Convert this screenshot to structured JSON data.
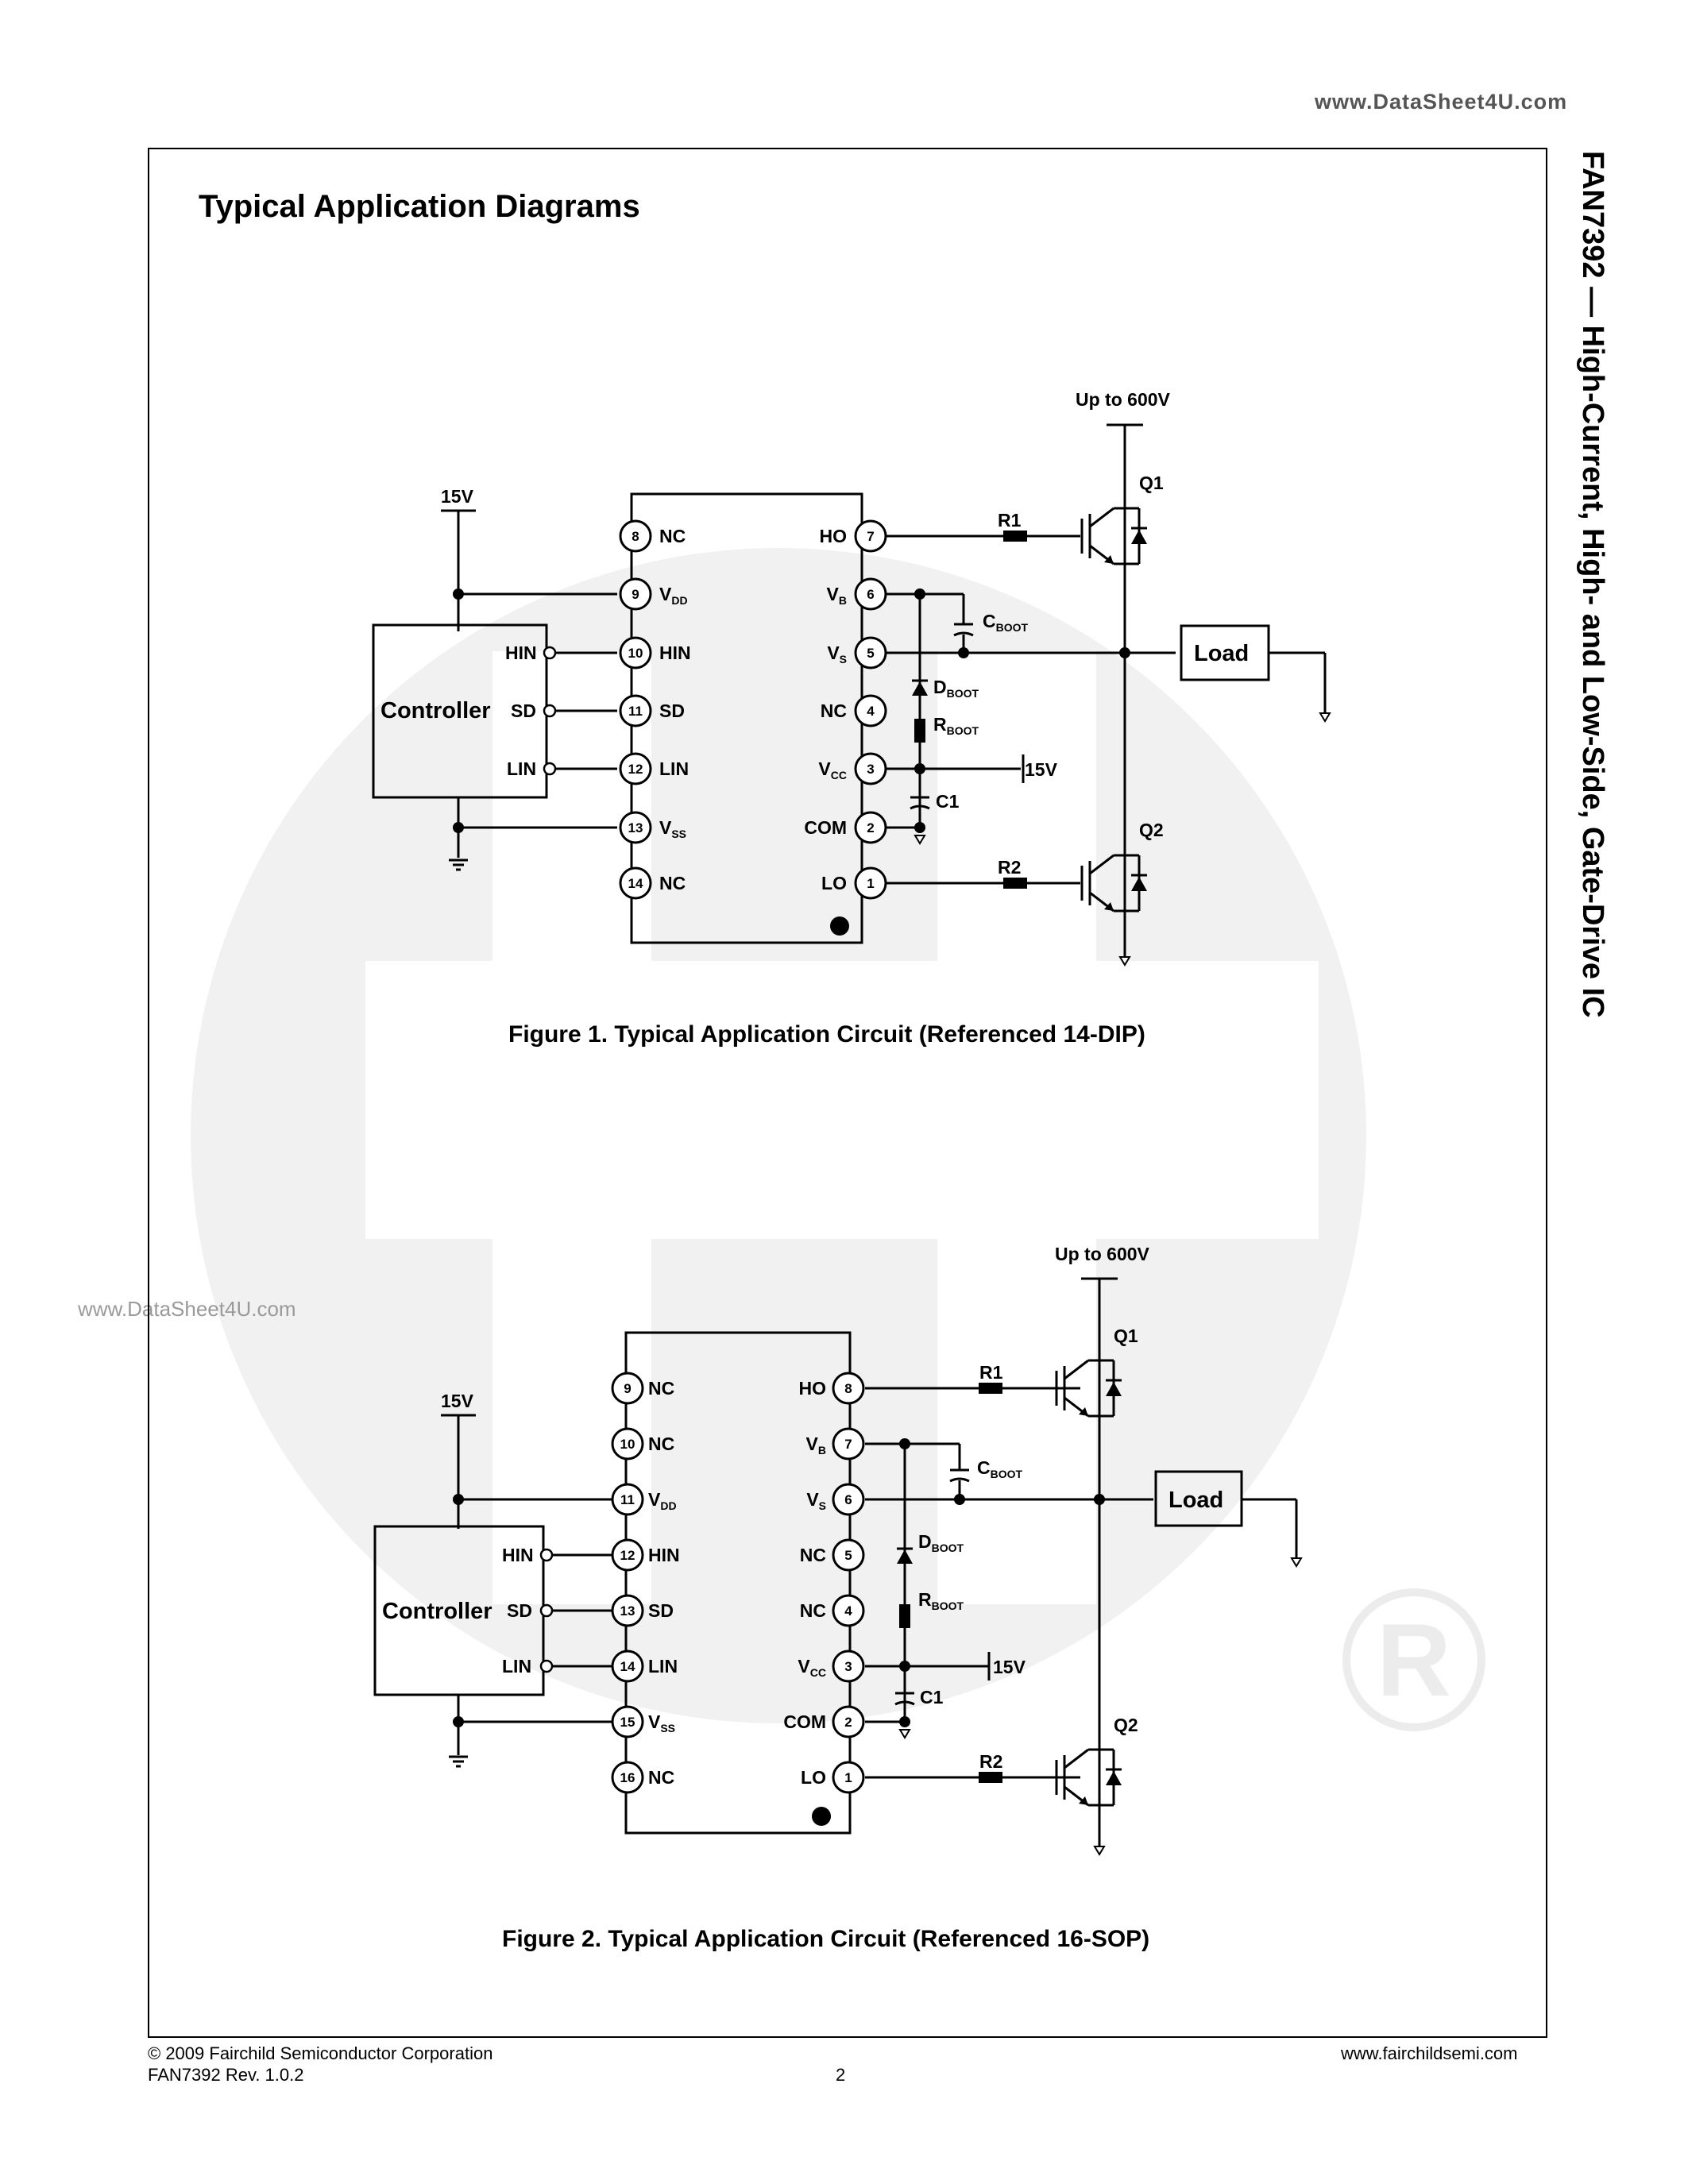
{
  "watermark_top": "www.DataSheet4U.com",
  "watermark_side": "www.DataSheet4U.com",
  "section_title": "Typical Application Diagrams",
  "side_title": "FAN7392 — High-Current, High- and Low-Side, Gate-Drive IC",
  "figure1": {
    "caption": "Figure 1. Typical Application Circuit (Referenced 14-DIP)",
    "supply_high": "Up to 600V",
    "supply_15v": "15V",
    "vcc_supply": "15V",
    "controller": "Controller",
    "controller_pins": [
      "HIN",
      "SD",
      "LIN"
    ],
    "left_pins": [
      {
        "num": "8",
        "name": "NC",
        "sub": ""
      },
      {
        "num": "9",
        "name": "V",
        "sub": "DD"
      },
      {
        "num": "10",
        "name": "HIN",
        "sub": ""
      },
      {
        "num": "11",
        "name": "SD",
        "sub": ""
      },
      {
        "num": "12",
        "name": "LIN",
        "sub": ""
      },
      {
        "num": "13",
        "name": "V",
        "sub": "SS"
      },
      {
        "num": "14",
        "name": "NC",
        "sub": ""
      }
    ],
    "right_pins": [
      {
        "num": "7",
        "name": "HO",
        "sub": ""
      },
      {
        "num": "6",
        "name": "V",
        "sub": "B"
      },
      {
        "num": "5",
        "name": "V",
        "sub": "S"
      },
      {
        "num": "4",
        "name": "NC",
        "sub": ""
      },
      {
        "num": "3",
        "name": "V",
        "sub": "CC"
      },
      {
        "num": "2",
        "name": "COM",
        "sub": ""
      },
      {
        "num": "1",
        "name": "LO",
        "sub": ""
      }
    ],
    "r1": "R1",
    "r2": "R2",
    "q1": "Q1",
    "q2": "Q2",
    "cboot": {
      "main": "C",
      "sub": "BOOT"
    },
    "dboot": {
      "main": "D",
      "sub": "BOOT"
    },
    "rboot": {
      "main": "R",
      "sub": "BOOT"
    },
    "c1": "C1",
    "load": "Load"
  },
  "figure2": {
    "caption": "Figure 2. Typical Application Circuit (Referenced 16-SOP)",
    "supply_high": "Up to 600V",
    "supply_15v": "15V",
    "vcc_supply": "15V",
    "controller": "Controller",
    "controller_pins": [
      "HIN",
      "SD",
      "LIN"
    ],
    "left_pins": [
      {
        "num": "9",
        "name": "NC",
        "sub": ""
      },
      {
        "num": "10",
        "name": "NC",
        "sub": ""
      },
      {
        "num": "11",
        "name": "V",
        "sub": "DD"
      },
      {
        "num": "12",
        "name": "HIN",
        "sub": ""
      },
      {
        "num": "13",
        "name": "SD",
        "sub": ""
      },
      {
        "num": "14",
        "name": "LIN",
        "sub": ""
      },
      {
        "num": "15",
        "name": "V",
        "sub": "SS"
      },
      {
        "num": "16",
        "name": "NC",
        "sub": ""
      }
    ],
    "right_pins": [
      {
        "num": "8",
        "name": "HO",
        "sub": ""
      },
      {
        "num": "7",
        "name": "V",
        "sub": "B"
      },
      {
        "num": "6",
        "name": "V",
        "sub": "S"
      },
      {
        "num": "5",
        "name": "NC",
        "sub": ""
      },
      {
        "num": "4",
        "name": "NC",
        "sub": ""
      },
      {
        "num": "3",
        "name": "V",
        "sub": "CC"
      },
      {
        "num": "2",
        "name": "COM",
        "sub": ""
      },
      {
        "num": "1",
        "name": "LO",
        "sub": ""
      }
    ],
    "r1": "R1",
    "r2": "R2",
    "q1": "Q1",
    "q2": "Q2",
    "cboot": {
      "main": "C",
      "sub": "BOOT"
    },
    "dboot": {
      "main": "D",
      "sub": "BOOT"
    },
    "rboot": {
      "main": "R",
      "sub": "BOOT"
    },
    "c1": "C1",
    "load": "Load"
  },
  "footer": {
    "copyright": "© 2009 Fairchild Semiconductor Corporation",
    "rev": "FAN7392 Rev. 1.0.2",
    "page": "2",
    "url": "www.fairchildsemi.com"
  }
}
